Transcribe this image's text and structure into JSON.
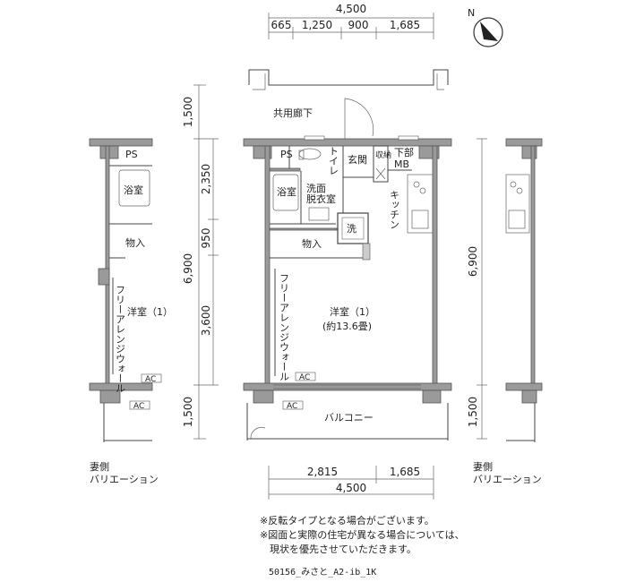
{
  "dimensions": {
    "top_total": "4,500",
    "top_parts": [
      "665",
      "1,250",
      "900",
      "1,685"
    ],
    "left": [
      "1,500",
      "2,350",
      "950",
      "3,600",
      "1,500"
    ],
    "left_total": "6,900",
    "right_total": "6,900",
    "right_balcony": "1,500",
    "bottom_parts": [
      "2,815",
      "1,685"
    ],
    "bottom_total": "4,500"
  },
  "compass": {
    "label": "N"
  },
  "rooms": {
    "corridor": "共用廊下",
    "ps": "PS",
    "toilet": "トイレ",
    "entrance": "玄関",
    "entrance_storage": "収納",
    "mb": "下部",
    "mb2": "MB",
    "bath": "浴室",
    "washroom1": "洗面",
    "washroom2": "脱衣室",
    "washer": "洗",
    "kitchen": "キッチン",
    "closet": "物入",
    "western_room": "洋室（1）",
    "western_room_size": "(約13.6畳)",
    "free_wall": "フリーアレンジウォール",
    "ac": "AC",
    "balcony": "バルコニー"
  },
  "side_variation": {
    "left_title": "妻側",
    "left_sub": "バリエーション",
    "right_title": "妻側",
    "right_sub": "バリエーション",
    "ps": "PS",
    "bath": "浴室",
    "closet": "物入",
    "western_room": "洋室（1）",
    "free_wall": "フリーアレンジウォール",
    "ac": "AC"
  },
  "notes": [
    "※反転タイプとなる場合がございます。",
    "※図面と実際の住宅が異なる場合については、",
    "　現状を優先させていただきます。"
  ],
  "plan_code": "50156_みさと_A2-ib_1K"
}
